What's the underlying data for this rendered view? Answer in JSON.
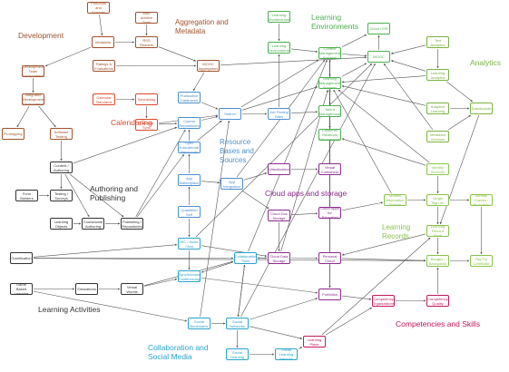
{
  "colors": {
    "development": "#a0522d",
    "calendaring": "#d9482b",
    "resources": "#4a8fd1",
    "cloud": "#8b2a8b",
    "environments": "#4caf50",
    "analytics": "#7cb342",
    "records": "#8bc34a",
    "competencies": "#c2185b",
    "authoring": "#333333",
    "collaboration": "#29a3cc",
    "edge": "#555555"
  },
  "groups": [
    {
      "id": "development",
      "label": "Development",
      "color": "development",
      "size": 8.5
    },
    {
      "id": "aggregation",
      "label": "Aggregation and\nMetadata",
      "color": "development",
      "size": 8
    },
    {
      "id": "calendaring",
      "label": "Calendaring",
      "color": "calendaring",
      "size": 8.5
    },
    {
      "id": "resources",
      "label": "Resource\nBases and\nSources",
      "color": "resources",
      "size": 8
    },
    {
      "id": "environments",
      "label": "Learning\nEnvironments",
      "color": "environments",
      "size": 8.5
    },
    {
      "id": "analytics",
      "label": "Analytics",
      "color": "analytics",
      "size": 8.5
    },
    {
      "id": "authoring",
      "label": "Authoring and\nPublishing",
      "color": "authoring",
      "size": 8.5
    },
    {
      "id": "cloud",
      "label": "Cloud apps and storage",
      "color": "cloud",
      "size": 8.5
    },
    {
      "id": "records",
      "label": "Learning\nRecords",
      "color": "records",
      "size": 8
    },
    {
      "id": "activities",
      "label": "Learning Activities",
      "color": "authoring",
      "size": 8.5
    },
    {
      "id": "competencies",
      "label": "Competencies and Skills",
      "color": "competencies",
      "size": 8.5
    },
    {
      "id": "collaboration",
      "label": "Collaboration and\nSocial Media",
      "color": "collaboration",
      "size": 8.5
    }
  ],
  "nodes": [
    {
      "id": "protocols",
      "label": "Protocols and Services",
      "group": "development"
    },
    {
      "id": "webarchive",
      "label": "Web Archive Tools",
      "group": "development"
    },
    {
      "id": "metadata",
      "label": "Metadata",
      "group": "development"
    },
    {
      "id": "rssreaders",
      "label": "RSS Readers",
      "group": "development"
    },
    {
      "id": "ratings",
      "label": "Ratings & Evaluations",
      "group": "development"
    },
    {
      "id": "moocagg",
      "label": "MOOC Aggregators",
      "group": "development"
    },
    {
      "id": "devteam",
      "label": "Development Team Environment",
      "group": "development"
    },
    {
      "id": "intdev",
      "label": "Integrated Development Environment",
      "group": "development"
    },
    {
      "id": "prototyping",
      "label": "Prototyping",
      "group": "development"
    },
    {
      "id": "softtest",
      "label": "Software Testing",
      "group": "development"
    },
    {
      "id": "calstd",
      "label": "Calendar Standards",
      "group": "calendaring"
    },
    {
      "id": "scheduling",
      "label": "Scheduling",
      "group": "calendaring"
    },
    {
      "id": "calsync",
      "label": "Calendar Sync",
      "group": "calendaring"
    },
    {
      "id": "pubdb",
      "label": "Publication Databases",
      "group": "resources"
    },
    {
      "id": "coursereps",
      "label": "Course Repositories",
      "group": "resources"
    },
    {
      "id": "oer",
      "label": "Open Educational Resources",
      "group": "resources"
    },
    {
      "id": "search",
      "label": "Search",
      "group": "resources"
    },
    {
      "id": "jobsites",
      "label": "Job Finding Sites",
      "group": "resources"
    },
    {
      "id": "appmarket",
      "label": "App Marketplace",
      "group": "resources"
    },
    {
      "id": "appint",
      "label": "App Integration",
      "group": "resources"
    },
    {
      "id": "qself",
      "label": "Quantified Self",
      "group": "resources"
    },
    {
      "id": "learnarch",
      "label": "Learning Architectures",
      "group": "environments"
    },
    {
      "id": "learnenv",
      "label": "Learning Environments",
      "group": "environments"
    },
    {
      "id": "cms",
      "label": "Content Management Systems",
      "group": "environments"
    },
    {
      "id": "cloudlms",
      "label": "Cloud LMS",
      "group": "environments"
    },
    {
      "id": "mooc",
      "label": "MOOC",
      "group": "environments"
    },
    {
      "id": "lms",
      "label": "Learning Management Systems",
      "group": "environments"
    },
    {
      "id": "talent",
      "label": "Talent Management",
      "group": "environments"
    },
    {
      "id": "crm",
      "label": "Customer Relations Management",
      "group": "environments"
    },
    {
      "id": "textanalytics",
      "label": "Text Analytics",
      "group": "analytics"
    },
    {
      "id": "learnanalytics",
      "label": "Learning Analytics",
      "group": "analytics"
    },
    {
      "id": "dashboards",
      "label": "Dashboards",
      "group": "analytics"
    },
    {
      "id": "adaptive",
      "label": "Adaptive Learning",
      "group": "analytics"
    },
    {
      "id": "metasvc",
      "label": "Metadata Services",
      "group": "analytics"
    },
    {
      "id": "identity",
      "label": "Identity Services",
      "group": "records"
    },
    {
      "id": "sis",
      "label": "Student Information System",
      "group": "records"
    },
    {
      "id": "signon",
      "label": "Single Sign-on",
      "group": "records"
    },
    {
      "id": "idcheck",
      "label": "Identity Checks / Proctoring",
      "group": "records"
    },
    {
      "id": "lrs",
      "label": "Learning Record Store",
      "group": "records"
    },
    {
      "id": "badges",
      "label": "Badges / Backpacks",
      "group": "records"
    },
    {
      "id": "payfor",
      "label": "Pay For Certificate",
      "group": "records"
    },
    {
      "id": "virtualization",
      "label": "Virtualization",
      "group": "cloud"
    },
    {
      "id": "vcontainers",
      "label": "Virtual Containers",
      "group": "cloud"
    },
    {
      "id": "clouddoc",
      "label": "Cloud Doc Storage",
      "group": "cloud"
    },
    {
      "id": "cloudapps",
      "label": "Cloud Apps for Education",
      "group": "cloud"
    },
    {
      "id": "clouddata",
      "label": "Cloud Data Storage",
      "group": "cloud"
    },
    {
      "id": "personalcloud",
      "label": "Personal Cloud",
      "group": "cloud"
    },
    {
      "id": "portfolios",
      "label": "Portfolios",
      "group": "cloud"
    },
    {
      "id": "contentauth",
      "label": "Content / Authoring",
      "group": "authoring"
    },
    {
      "id": "formbuilders",
      "label": "Form Builders",
      "group": "authoring"
    },
    {
      "id": "testing",
      "label": "Testing / Surveys",
      "group": "authoring"
    },
    {
      "id": "learnobj",
      "label": "Learning Objects",
      "group": "authoring"
    },
    {
      "id": "courseware",
      "label": "Courseware Authoring",
      "group": "authoring"
    },
    {
      "id": "publishing",
      "label": "Publishing / Repositories",
      "group": "authoring"
    },
    {
      "id": "gamification",
      "label": "Gamification",
      "group": "authoring"
    },
    {
      "id": "gamebased",
      "label": "Game Based Learning",
      "group": "authoring"
    },
    {
      "id": "simulations",
      "label": "Simulations",
      "group": "authoring"
    },
    {
      "id": "virtualworlds",
      "label": "Virtual Worlds",
      "group": "authoring"
    },
    {
      "id": "irc",
      "label": "IRC / Audio Chat",
      "group": "collaboration"
    },
    {
      "id": "collabtools",
      "label": "Collaboration Tools",
      "group": "collaboration"
    },
    {
      "id": "syncconf",
      "label": "Synchronous Conferencing",
      "group": "collaboration"
    },
    {
      "id": "socialbook",
      "label": "Social Bookmarks",
      "group": "collaboration"
    },
    {
      "id": "socialnet",
      "label": "Social Networks",
      "group": "collaboration"
    },
    {
      "id": "sociallearn",
      "label": "Social Learning",
      "group": "collaboration"
    },
    {
      "id": "sociallearnnet",
      "label": "Social Learning Network",
      "group": "collaboration"
    },
    {
      "id": "learnplace",
      "label": "Learning Place",
      "group": "competencies"
    },
    {
      "id": "compaorg",
      "label": "Competency Organizations",
      "group": "competencies"
    },
    {
      "id": "compquality",
      "label": "Competency Quality",
      "group": "competencies"
    }
  ],
  "edges": [
    [
      "protocols",
      "metadata"
    ],
    [
      "webarchive",
      "rssreaders"
    ],
    [
      "metadata",
      "rssreaders"
    ],
    [
      "rssreaders",
      "moocagg"
    ],
    [
      "metadata",
      "devteam"
    ],
    [
      "ratings",
      "moocagg"
    ],
    [
      "moocagg",
      "mooc"
    ],
    [
      "moocagg",
      "pubdb"
    ],
    [
      "devteam",
      "intdev"
    ],
    [
      "intdev",
      "prototyping"
    ],
    [
      "intdev",
      "softtest"
    ],
    [
      "softtest",
      "contentauth"
    ],
    [
      "calstd",
      "scheduling"
    ],
    [
      "scheduling",
      "calsync"
    ],
    [
      "calsync",
      "coursereps"
    ],
    [
      "calsync",
      "search"
    ],
    [
      "pubdb",
      "search"
    ],
    [
      "coursereps",
      "search"
    ],
    [
      "oer",
      "search"
    ],
    [
      "oer",
      "coursereps"
    ],
    [
      "search",
      "jobsites"
    ],
    [
      "search",
      "cms"
    ],
    [
      "search",
      "lms"
    ],
    [
      "jobsites",
      "talent"
    ],
    [
      "jobsites",
      "learnenv"
    ],
    [
      "appmarket",
      "appint"
    ],
    [
      "appint",
      "virtualization"
    ],
    [
      "appint",
      "cms"
    ],
    [
      "appmarket",
      "oer"
    ],
    [
      "qself",
      "appmarket"
    ],
    [
      "qself",
      "irc"
    ],
    [
      "learnarch",
      "learnenv"
    ],
    [
      "learnenv",
      "cms"
    ],
    [
      "cms",
      "mooc"
    ],
    [
      "mooc",
      "cloudlms"
    ],
    [
      "cms",
      "lms"
    ],
    [
      "lms",
      "talent"
    ],
    [
      "talent",
      "crm"
    ],
    [
      "lms",
      "mooc"
    ],
    [
      "cms",
      "cloudlms"
    ],
    [
      "textanalytics",
      "learnanalytics"
    ],
    [
      "learnanalytics",
      "dashboards"
    ],
    [
      "adaptive",
      "dashboards"
    ],
    [
      "metasvc",
      "dashboards"
    ],
    [
      "learnanalytics",
      "lms"
    ],
    [
      "adaptive",
      "lms"
    ],
    [
      "metasvc",
      "mooc"
    ],
    [
      "textanalytics",
      "mooc"
    ],
    [
      "learnanalytics",
      "mooc"
    ],
    [
      "identity",
      "signon"
    ],
    [
      "signon",
      "idcheck"
    ],
    [
      "sis",
      "signon"
    ],
    [
      "signon",
      "lrs"
    ],
    [
      "lrs",
      "badges"
    ],
    [
      "badges",
      "payfor"
    ],
    [
      "sis",
      "lms"
    ],
    [
      "identity",
      "lms"
    ],
    [
      "identity",
      "crm"
    ],
    [
      "idcheck",
      "payfor"
    ],
    [
      "virtualization",
      "vcontainers"
    ],
    [
      "vcontainers",
      "cms"
    ],
    [
      "clouddoc",
      "cloudapps"
    ],
    [
      "cloudapps",
      "sis"
    ],
    [
      "clouddata",
      "personalcloud"
    ],
    [
      "personalcloud",
      "portfolios"
    ],
    [
      "personalcloud",
      "badges"
    ],
    [
      "clouddoc",
      "clouddata"
    ],
    [
      "appint",
      "clouddoc"
    ],
    [
      "portfolios",
      "compaorg"
    ],
    [
      "contentauth",
      "testing"
    ],
    [
      "contentauth",
      "publishing"
    ],
    [
      "contentauth",
      "courseware"
    ],
    [
      "formbuilders",
      "testing"
    ],
    [
      "courseware",
      "publishing"
    ],
    [
      "learnobj",
      "courseware"
    ],
    [
      "publishing",
      "oer"
    ],
    [
      "publishing",
      "coursereps"
    ],
    [
      "contentauth",
      "coursereps"
    ],
    [
      "gamification",
      "collabtools"
    ],
    [
      "gamebased",
      "simulations"
    ],
    [
      "simulations",
      "virtualworlds"
    ],
    [
      "virtualworlds",
      "syncconf"
    ],
    [
      "gamification",
      "badges"
    ],
    [
      "gamification",
      "irc"
    ],
    [
      "irc",
      "syncconf"
    ],
    [
      "collabtools",
      "clouddata"
    ],
    [
      "collabtools",
      "syncconf"
    ],
    [
      "collabtools",
      "socialnet"
    ],
    [
      "socialbook",
      "socialnet"
    ],
    [
      "socialnet",
      "sociallearn"
    ],
    [
      "sociallearn",
      "sociallearnnet"
    ],
    [
      "socialnet",
      "learnplace"
    ],
    [
      "sociallearnnet",
      "learnplace"
    ],
    [
      "learnplace",
      "compaorg"
    ],
    [
      "compaorg",
      "compquality"
    ],
    [
      "compquality",
      "badges"
    ],
    [
      "socialnet",
      "portfolios"
    ],
    [
      "syncconf",
      "portfolios"
    ],
    [
      "socialnet",
      "collabtools"
    ],
    [
      "clouddata",
      "collabtools"
    ],
    [
      "irc",
      "clouddata"
    ],
    [
      "lrs",
      "personalcloud"
    ],
    [
      "dashboards",
      "lrs"
    ],
    [
      "virtualworlds",
      "collabtools"
    ],
    [
      "gamebased",
      "socialbook"
    ],
    [
      "collabtools",
      "cms"
    ],
    [
      "portfolios",
      "lms"
    ],
    [
      "clouddata",
      "lms"
    ],
    [
      "personalcloud",
      "lms"
    ],
    [
      "cloudapps",
      "cms"
    ],
    [
      "socialnet",
      "mooc"
    ],
    [
      "irc",
      "mooc"
    ],
    [
      "socialbook",
      "search"
    ],
    [
      "learnplace",
      "lrs"
    ]
  ]
}
